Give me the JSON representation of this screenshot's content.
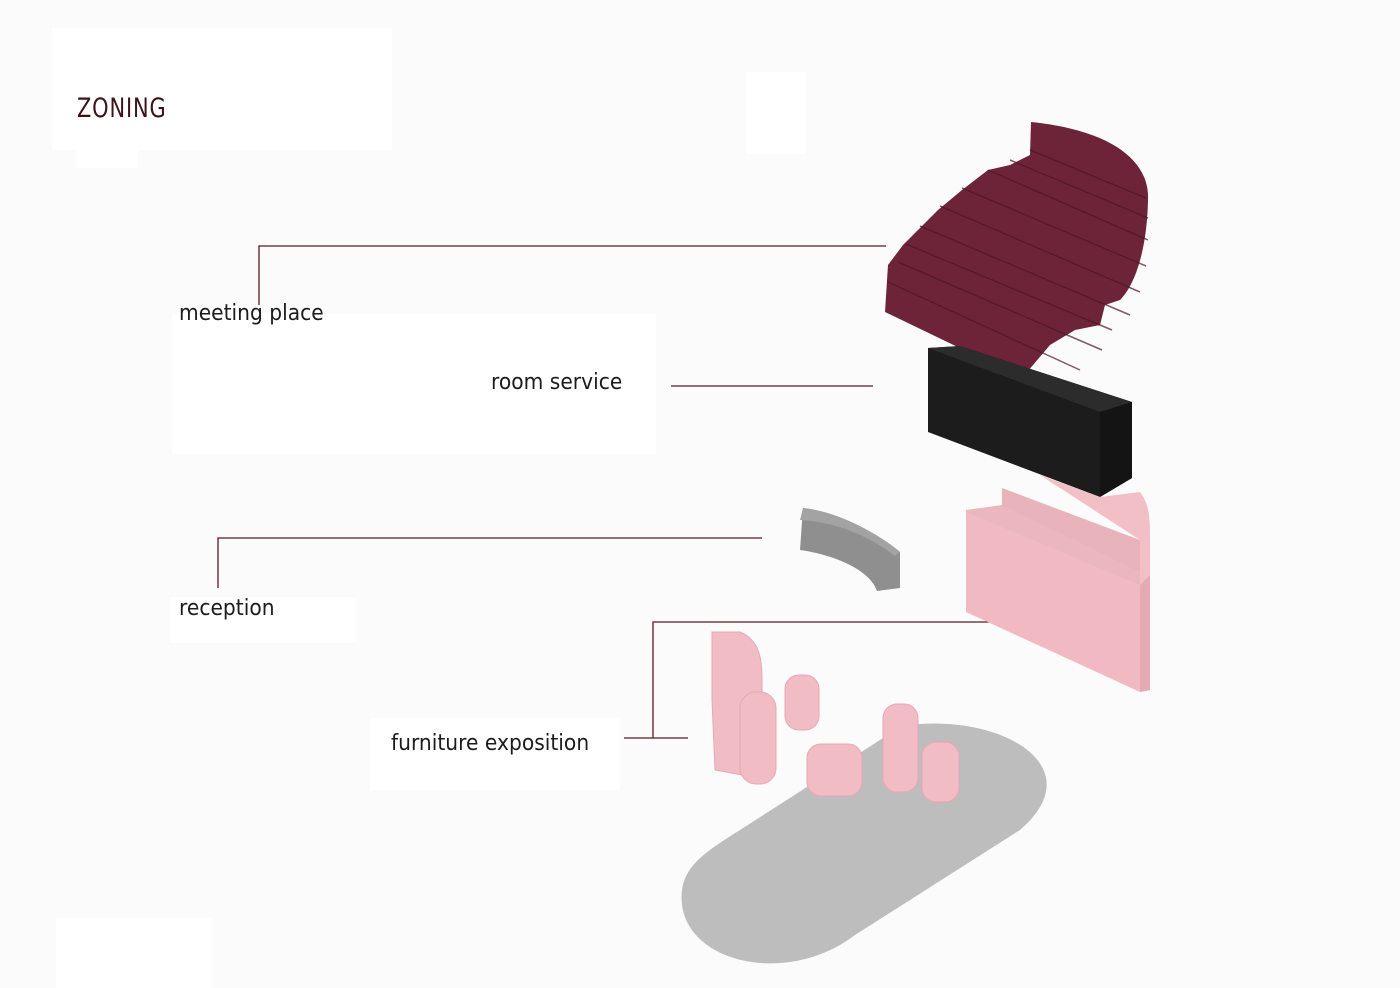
{
  "title": "ZONING",
  "zones": [
    {
      "id": "meeting-place",
      "label": "meeting place",
      "color": "#6e2438"
    },
    {
      "id": "room-service",
      "label": "room service",
      "color": "#1e1e1e"
    },
    {
      "id": "reception",
      "label": "reception",
      "color": "#8f8f8f"
    },
    {
      "id": "furniture-exposition",
      "label": "furniture exposition",
      "color": "#f0bcc3"
    }
  ],
  "colors": {
    "leader": "#5a1a22",
    "meeting_place": "#6e2438",
    "room_service": "#1e1e1e",
    "reception": "#8f8f8f",
    "furniture": "#f0bcc3",
    "base": "#bdbdbd"
  }
}
